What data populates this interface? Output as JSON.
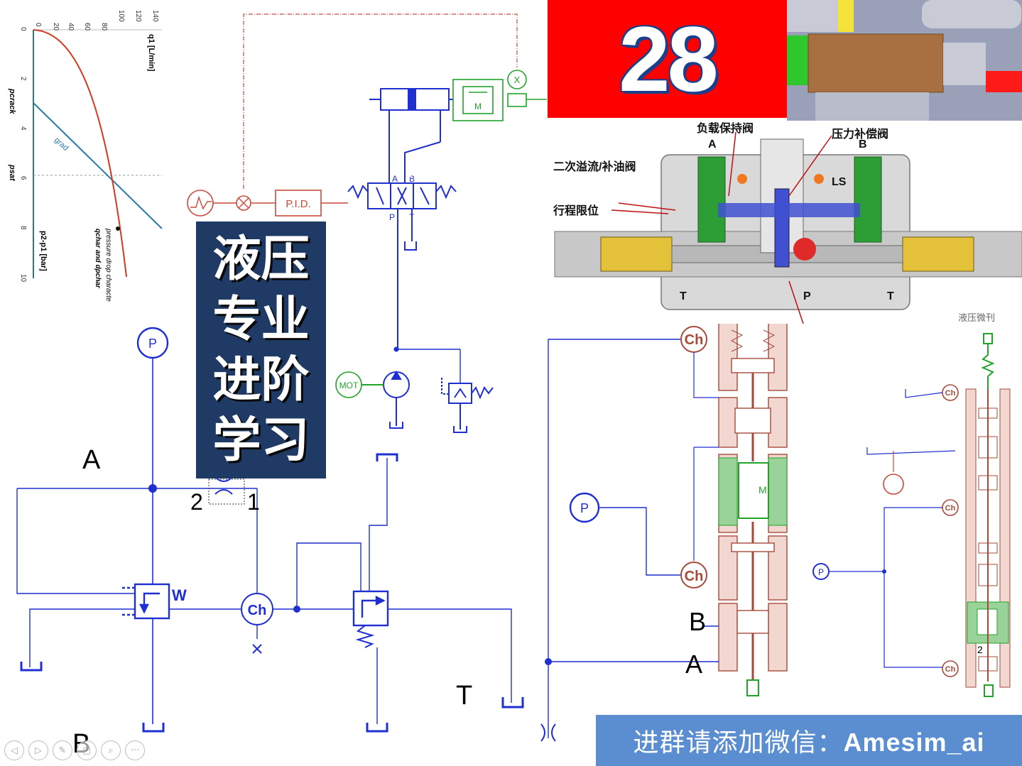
{
  "episode": {
    "number": "28"
  },
  "title": {
    "lines": [
      "液压",
      "专业",
      "进阶",
      "学习"
    ]
  },
  "contact": {
    "prefix": "进群请添加微信：",
    "wechat_id": "Amesim_ai"
  },
  "chart": {
    "x_ticks": [
      "0",
      "20",
      "40",
      "60",
      "80",
      "100",
      "120",
      "140"
    ],
    "y_ticks": [
      "0",
      "2",
      "4",
      "6",
      "8",
      "10"
    ],
    "x_label": "q1 [L/min]",
    "y_label": "p2-p1 [bar]",
    "grad_label": "grad",
    "pcrack_label": "pcrack",
    "psat_label": "psat",
    "legend_line1": "pressure drop characte",
    "legend_line2": "qchar and dpchar",
    "colors": {
      "curve": "#d23a1e",
      "grad": "#2a7aa8",
      "axis": "#2a7a7a"
    }
  },
  "circuit_top": {
    "pid_label": "P.I.D.",
    "motor_label": "MOT",
    "port_a": "A",
    "port_b": "B",
    "port_p": "P",
    "port_t": "T",
    "mass_label": "M",
    "sensor_label": "X"
  },
  "circuit_left": {
    "pressure_source": "P",
    "label_a": "A",
    "label_b": "B",
    "label_t": "T",
    "orifice_port_2": "2",
    "orifice_port_1": "1",
    "check_label": "Ch",
    "spring_label": "W"
  },
  "valve_section": {
    "label_load_holding": "负载保持阀",
    "label_pressure_comp": "压力补偿阀",
    "label_secondary_relief": "二次溢流/补油阀",
    "label_stroke_limit": "行程限位",
    "label_ls": "LS",
    "port_a": "A",
    "port_b": "B",
    "port_p": "P",
    "port_t_left": "T",
    "port_t_right": "T",
    "watermark": "液压微刊"
  },
  "circuit_right": {
    "check_label": "Ch",
    "pressure_source": "P",
    "label_b": "B",
    "label_a": "A",
    "mass_label": "M"
  },
  "circuit_far_right": {
    "pressure_source": "P",
    "check_label": "Ch",
    "port_2": "2"
  },
  "slide_controls": [
    "◁",
    "▷",
    "✎",
    "▢",
    "⌕",
    "···"
  ],
  "colors": {
    "badge": "#ff0000",
    "title_box": "#1f3a64",
    "banner": "#5b8ed0",
    "hydraulic_blue": "#1f2fd0",
    "signal_red": "#c94a3a",
    "mech_green": "#22a32a",
    "brown": "#a54a3a"
  }
}
